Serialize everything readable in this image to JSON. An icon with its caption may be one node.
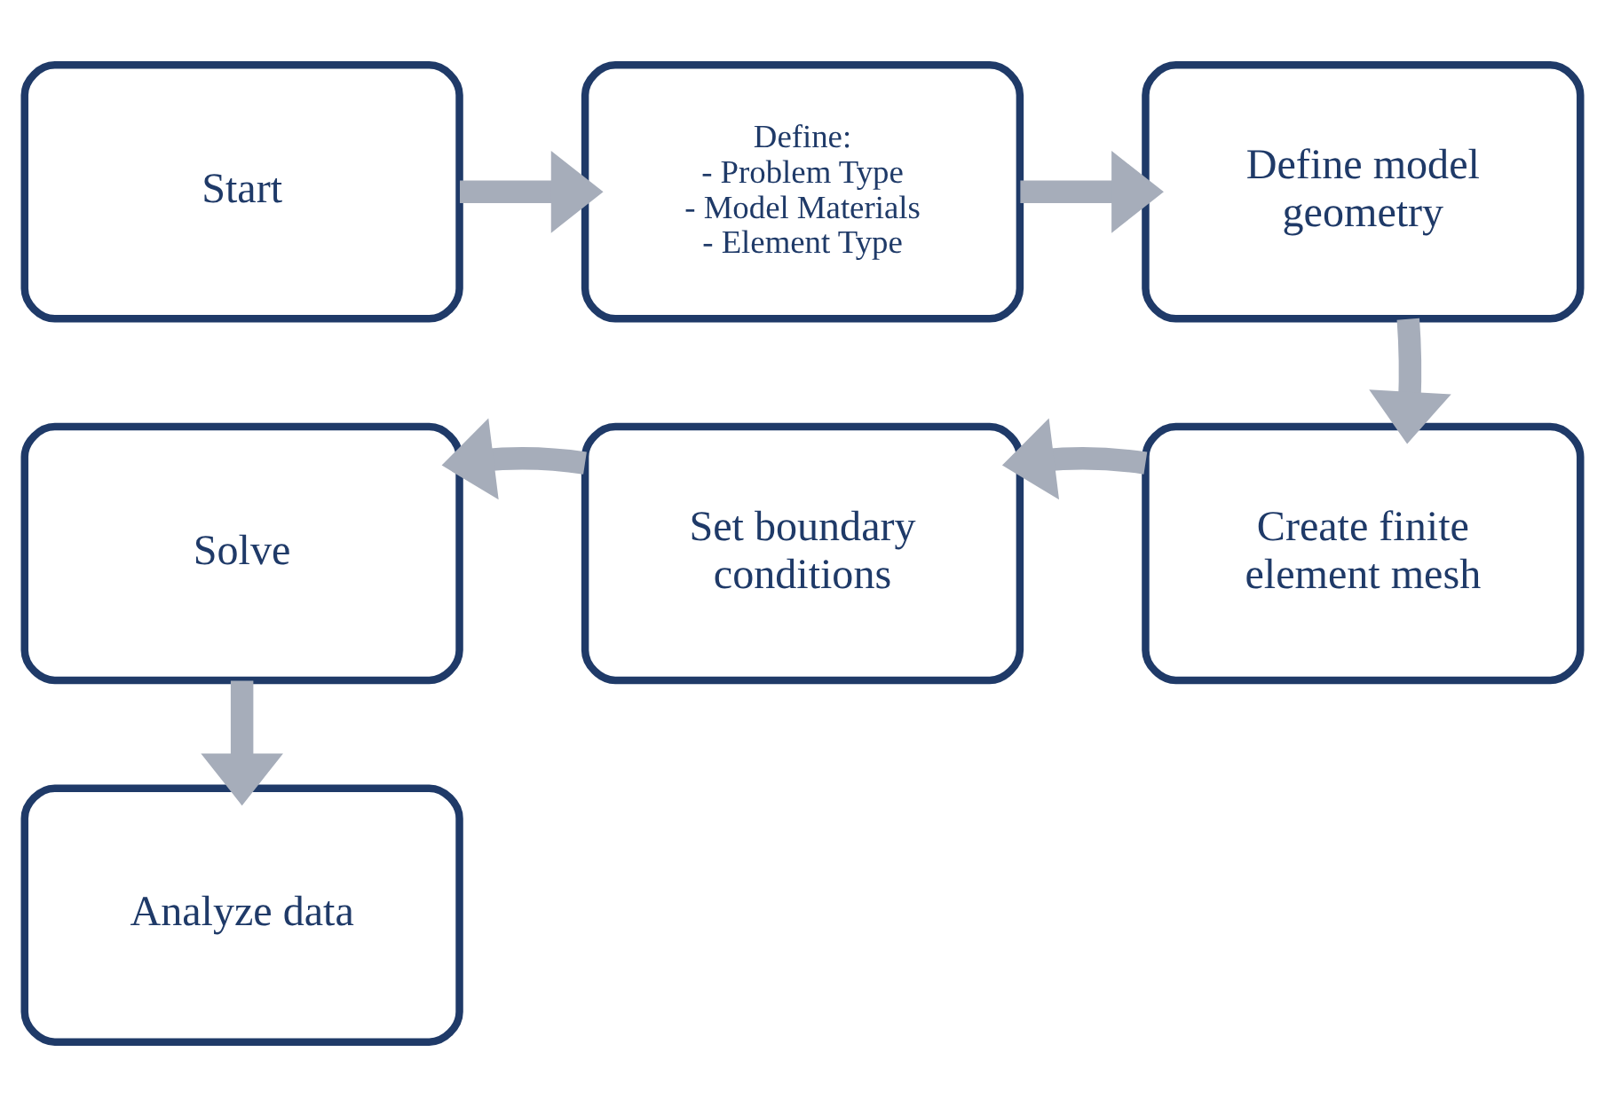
{
  "diagram": {
    "nodes": [
      {
        "text": [
          "Start"
        ]
      },
      {
        "text": [
          "Define:",
          "- Problem Type",
          "- Model Materials",
          "- Element Type"
        ]
      },
      {
        "text": [
          "Define model geometry"
        ]
      },
      {
        "text": [
          "Create finite element mesh"
        ]
      },
      {
        "text": [
          "Set boundary conditions"
        ]
      },
      {
        "text": [
          "Solve"
        ]
      },
      {
        "text": [
          "Analyze data"
        ]
      }
    ],
    "edges": [
      {
        "from": 0,
        "to": 1,
        "arrow": "to"
      },
      {
        "from": 1,
        "to": 2,
        "arrow": "to"
      },
      {
        "from": 2,
        "to": 3,
        "arrow": "to"
      },
      {
        "from": 3,
        "to": 4,
        "arrow": "to"
      },
      {
        "from": 4,
        "to": 5,
        "arrow": "to"
      },
      {
        "from": 5,
        "to": 6,
        "arrow": "to"
      }
    ]
  }
}
